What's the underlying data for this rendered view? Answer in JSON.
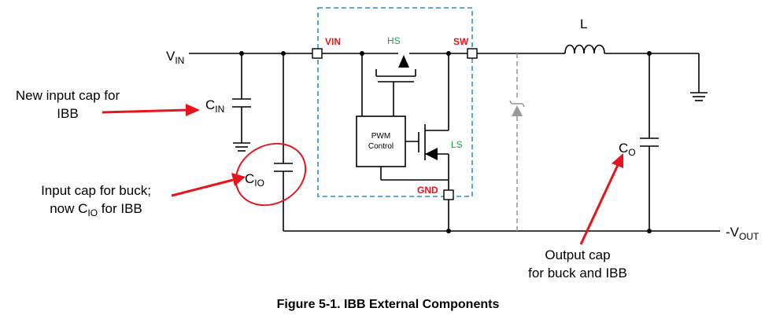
{
  "labels": {
    "vin_main": "V",
    "vin_sub": "IN",
    "cin_main": "C",
    "cin_sub": "IN",
    "cio_main": "C",
    "cio_sub": "IO",
    "co_main": "C",
    "co_sub": "O",
    "inductor": "L",
    "vout_main": "-V",
    "vout_sub": "OUT",
    "pin_vin": "VIN",
    "pin_sw": "SW",
    "pin_gnd": "GND",
    "hs": "HS",
    "ls": "LS",
    "pwm_line1": "PWM",
    "pwm_line2": "Control"
  },
  "annotations": {
    "new_cap_line1": "New input cap for",
    "new_cap_line2": "IBB",
    "buck_cap_line1": "Input cap for buck;",
    "buck_cap_line2_prefix": "now C",
    "buck_cap_line2_sub": "IO",
    "buck_cap_line2_suffix": " for IBB",
    "output_cap_line1": "Output cap",
    "output_cap_line2": "for buck and IBB"
  },
  "caption": "Figure 5-1. IBB External Components",
  "colors": {
    "annotation_red": "#e8141b",
    "ic_outline_blue": "#2a8fd6",
    "transistor_label_green": "#1aa34a",
    "diode_gray": "#9a9a9a"
  }
}
